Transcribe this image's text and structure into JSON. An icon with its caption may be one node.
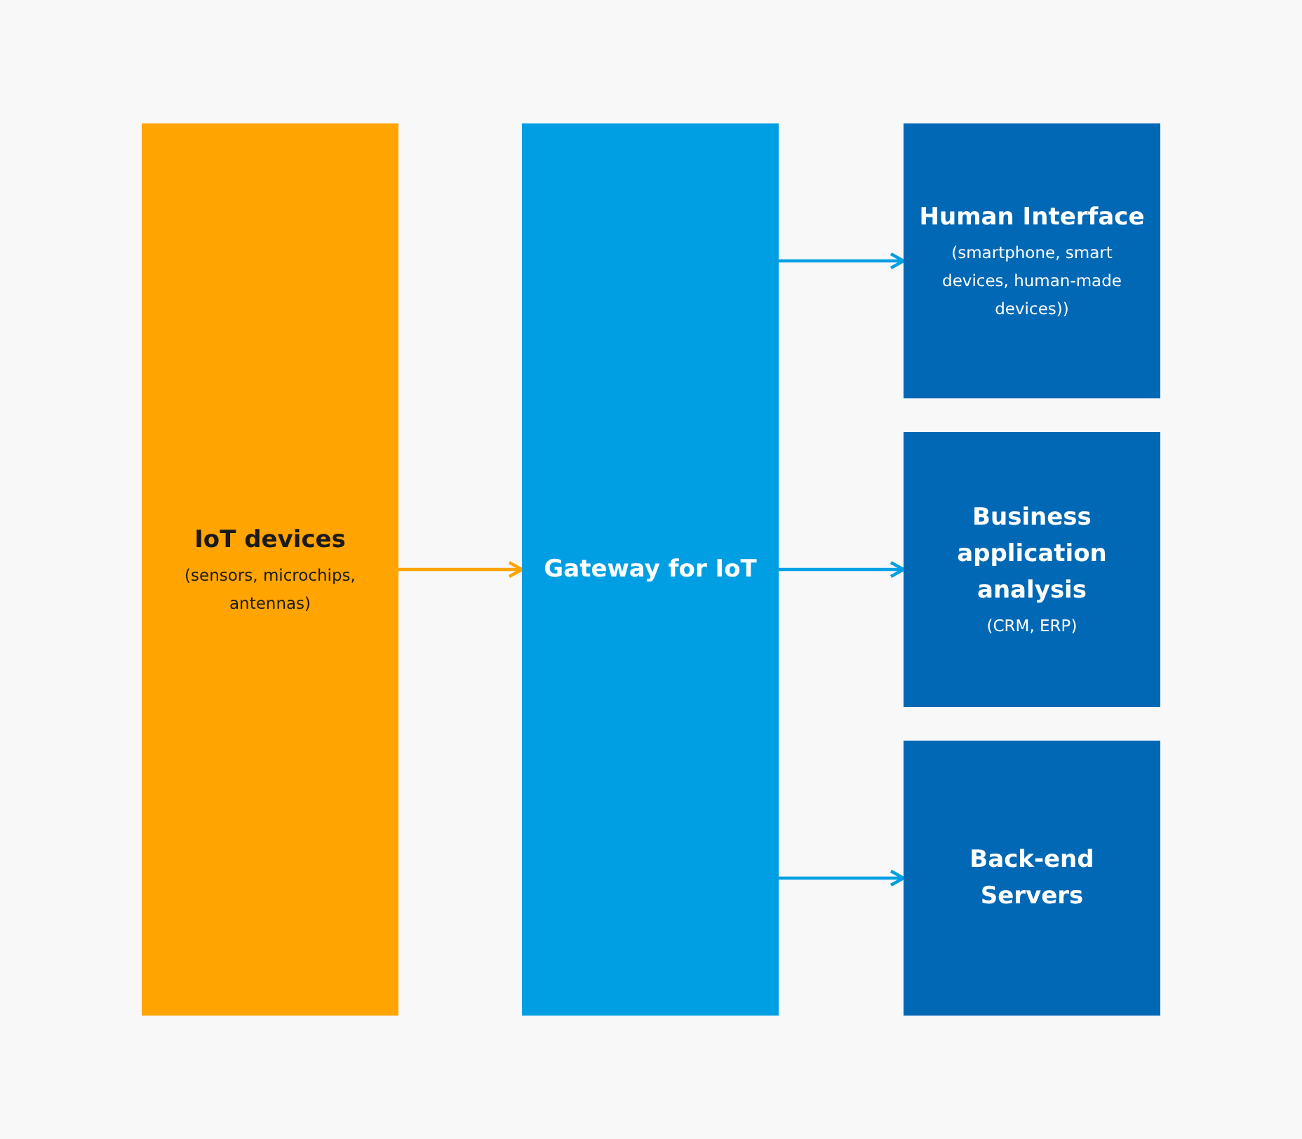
{
  "diagram": {
    "nodes": [
      {
        "text": [
          "IoT devices",
          "(sensors, microchips, antennas)"
        ]
      },
      {
        "text": [
          "Gateway for IoT"
        ]
      },
      {
        "text": [
          "Human Interface",
          "(smartphone, smart devices, human-made devices))"
        ]
      },
      {
        "text": [
          "Business application analysis",
          "(CRM, ERP)"
        ]
      },
      {
        "text": [
          "Back-end Servers"
        ]
      }
    ],
    "edges": [
      {
        "from": 0,
        "to": 1,
        "arrow": "to",
        "color": "#ffa400"
      },
      {
        "from": 1,
        "to": 2,
        "arrow": "to"
      },
      {
        "from": 1,
        "to": 3,
        "arrow": "to"
      },
      {
        "from": 1,
        "to": 4,
        "arrow": "to"
      }
    ]
  }
}
